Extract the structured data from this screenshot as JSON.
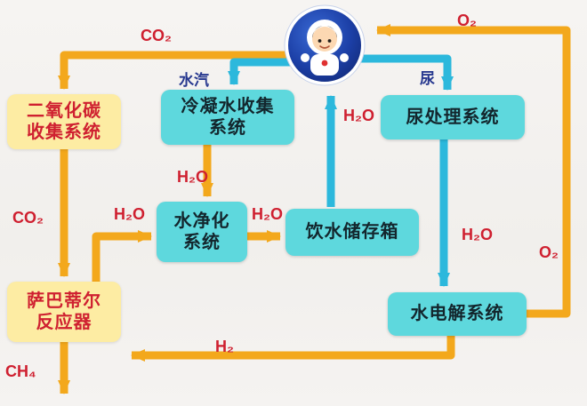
{
  "diagram": {
    "colors": {
      "box_cyan": "#5ed8dd",
      "box_yellow": "#fdeca3",
      "arrow_orange": "#f3a81c",
      "arrow_cyan": "#2cb8dc",
      "label_red": "#cf2030",
      "label_blue": "#27388f"
    },
    "boxes": {
      "co2_collection": {
        "line1": "二氧化碳",
        "line2": "收集系统"
      },
      "condensate": {
        "line1": "冷凝水收集",
        "line2": "系统"
      },
      "urine": {
        "label": "尿处理系统"
      },
      "purification": {
        "line1": "水净化",
        "line2": "系统"
      },
      "storage": {
        "label": "饮水储存箱"
      },
      "sabatier": {
        "line1": "萨巴蒂尔",
        "line2": "反应器"
      },
      "electrolysis": {
        "label": "水电解系统"
      }
    },
    "labels": {
      "co2_top": "CO₂",
      "o2_top": "O₂",
      "vapor": "水汽",
      "urine": "尿",
      "h2o_up": "H₂O",
      "h2o_condensate": "H₂O",
      "h2o_sabatier": "H₂O",
      "h2o_purify_out": "H₂O",
      "h2o_urine_out": "H₂O",
      "o2_right": "O₂",
      "co2_left": "CO₂",
      "h2_bottom": "H₂",
      "ch4": "CH₄"
    },
    "flows": [
      {
        "from": "宇航员",
        "to": "二氧化碳收集系统",
        "substance": "CO₂",
        "color": "orange"
      },
      {
        "from": "二氧化碳收集系统",
        "to": "萨巴蒂尔反应器",
        "substance": "CO₂",
        "color": "orange"
      },
      {
        "from": "宇航员",
        "to": "冷凝水收集系统",
        "substance": "水汽",
        "color": "cyan"
      },
      {
        "from": "宇航员",
        "to": "尿处理系统",
        "substance": "尿",
        "color": "cyan"
      },
      {
        "from": "冷凝水收集系统",
        "to": "水净化系统",
        "substance": "H₂O",
        "color": "orange"
      },
      {
        "from": "萨巴蒂尔反应器",
        "to": "水净化系统",
        "substance": "H₂O",
        "color": "orange"
      },
      {
        "from": "水净化系统",
        "to": "饮水储存箱",
        "substance": "H₂O",
        "color": "orange"
      },
      {
        "from": "饮水储存箱",
        "to": "宇航员",
        "substance": "H₂O",
        "color": "cyan"
      },
      {
        "from": "尿处理系统",
        "to": "水电解系统",
        "substance": "H₂O",
        "color": "cyan"
      },
      {
        "from": "水电解系统",
        "to": "宇航员",
        "substance": "O₂",
        "color": "orange"
      },
      {
        "from": "水电解系统",
        "to": "萨巴蒂尔反应器",
        "substance": "H₂",
        "color": "orange"
      },
      {
        "from": "萨巴蒂尔反应器",
        "to": "",
        "substance": "CH₄",
        "color": "orange"
      }
    ]
  }
}
